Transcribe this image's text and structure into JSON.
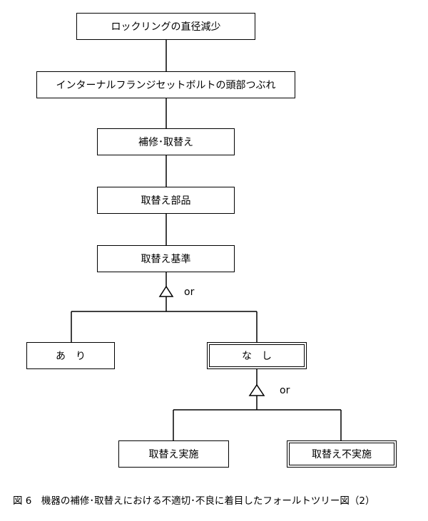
{
  "diagram": {
    "nodes": {
      "n1": "ロックリングの直径減少",
      "n2": "インターナルフランジセットボルトの頭部つぶれ",
      "n3": "補修･取替え",
      "n4": "取替え部品",
      "n5": "取替え基準",
      "n6": "あ　り",
      "n7": "な　し",
      "n8": "取替え実施",
      "n9": "取替え不実施"
    },
    "gates": {
      "g1": "or",
      "g2": "or"
    },
    "caption": "図 6　機器の補修･取替えにおける不適切･不良に着目したフォールトツリー図（2）"
  }
}
